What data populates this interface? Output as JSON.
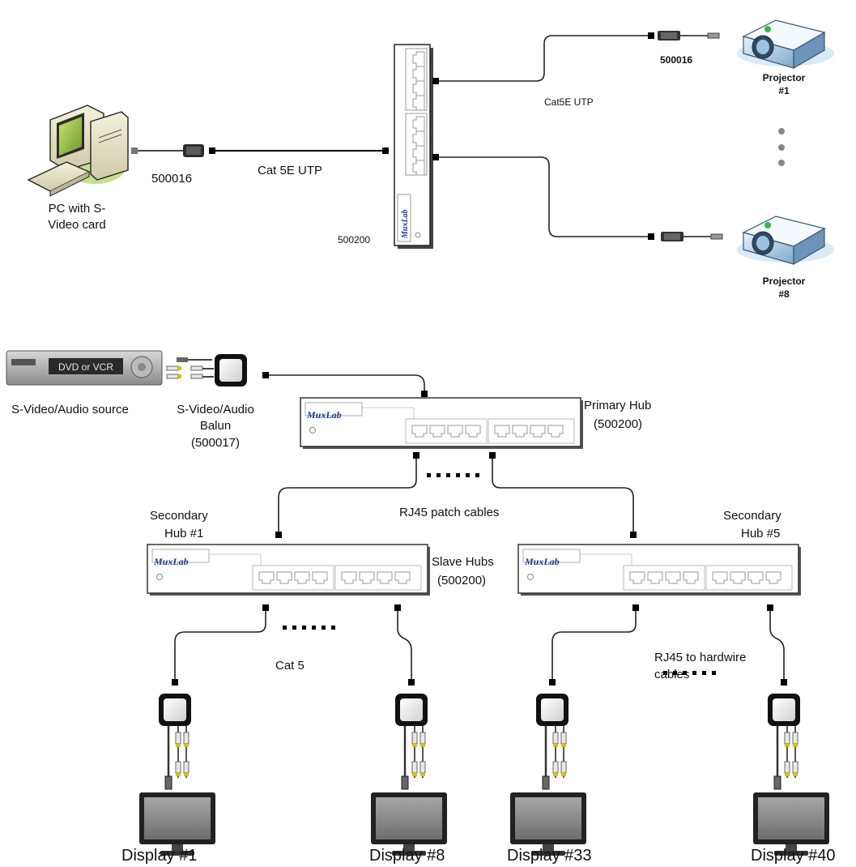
{
  "top": {
    "pc_label_line1": "PC with S-",
    "pc_label_line2": "Video card",
    "balun_code_left": "500016",
    "link_label": "Cat 5E UTP",
    "hub_code": "500200",
    "hub_brand": "MuxLab",
    "balun_code_right": "500016",
    "right_link_label": "Cat5E UTP",
    "projector1_line1": "Projector",
    "projector1_line2": "#1",
    "projector8_line1": "Projector",
    "projector8_line2": "#8"
  },
  "bottom": {
    "dvd_label": "DVD or VCR",
    "source_label": "S-Video/Audio source",
    "balun_line1": "S-Video/Audio",
    "balun_line2": "Balun",
    "balun_line3": "(500017)",
    "primary_line1": "Primary Hub",
    "primary_line2": "(500200)",
    "brand": "MuxLab",
    "patch_label": "RJ45 patch cables",
    "secondary1_line1": "Secondary",
    "secondary1_line2": "Hub #1",
    "secondary5_line1": "Secondary",
    "secondary5_line2": "Hub #5",
    "slave_line1": "Slave Hubs",
    "slave_line2": "(500200)",
    "cat5_label": "Cat 5",
    "rj45_line1": "RJ45 to hardwire",
    "rj45_line2": "cables",
    "displays": [
      "Display #1",
      "Display #8",
      "Display #33",
      "Display #40"
    ]
  }
}
